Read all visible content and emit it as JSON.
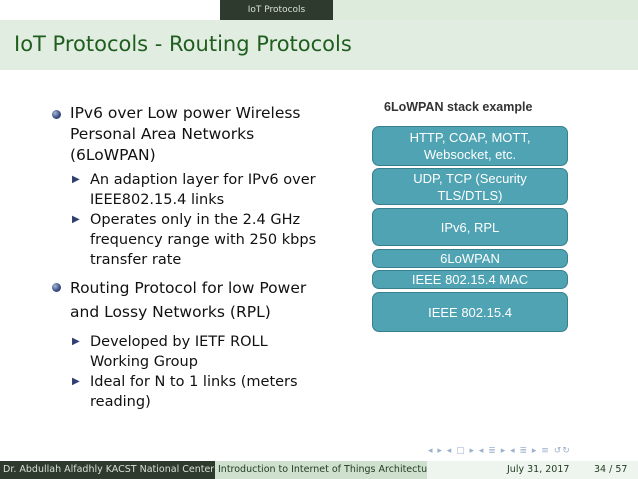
{
  "header": {
    "section": "IoT Protocols"
  },
  "slide": {
    "title": "IoT Protocols - Routing Protocols"
  },
  "bullets": [
    {
      "text": "IPv6 over Low power Wireless Personal Area Networks (6LoWPAN)",
      "sub": [
        "An adaption layer for IPv6 over IEEE802.15.4 links",
        "Operates only in the 2.4 GHz frequency range with 250 kbps transfer rate"
      ]
    },
    {
      "text": "Routing Protocol for low Power and Lossy Networks (RPL)",
      "sub": [
        "Developed by IETF ROLL Working Group",
        "Ideal for N to 1 links (meters reading)"
      ]
    }
  ],
  "stack": {
    "title": "6LoWPAN stack example",
    "layers": [
      "HTTP, COAP, MOTT, Websocket, etc.",
      "UDP, TCP (Security TLS/DTLS)",
      "IPv6, RPL",
      "6LoWPAN",
      "IEEE 802.15.4 MAC",
      "IEEE 802.15.4"
    ]
  },
  "footer": {
    "author": "Dr. Abdullah Alfadhly KACST National Center",
    "presentation_title": "Introduction to Internet of Things Architecture",
    "date": "July 31, 2017",
    "page": "34 / 57"
  },
  "colors": {
    "title": "#1f5e1f",
    "footer_dark": "#2d3a2d",
    "footer_mid": "#cfe0cf",
    "layer_fill": "#4fa3b3",
    "bullet": "#3c4f86"
  },
  "icons": [
    "nav-first-icon",
    "nav-prev-icon",
    "nav-next-icon",
    "nav-last-icon",
    "zoom-icon",
    "search-icon"
  ]
}
